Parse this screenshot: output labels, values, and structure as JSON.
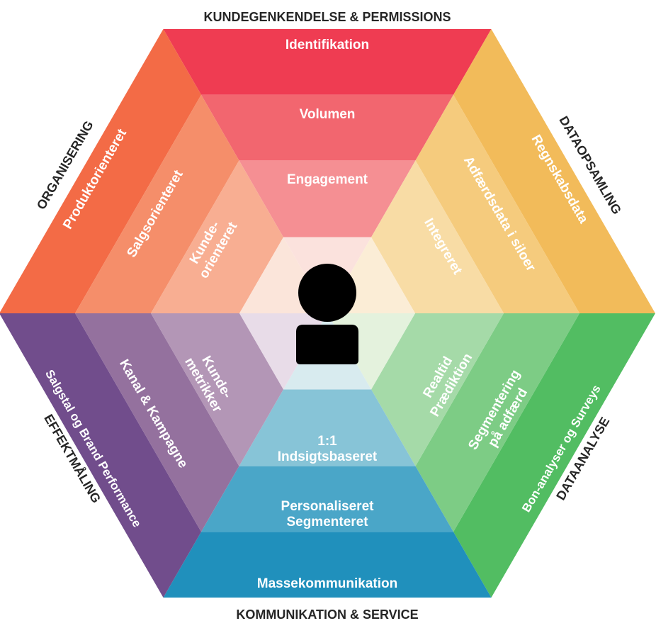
{
  "categories": {
    "top": "KUNDEGENKENDELSE & PERMISSIONS",
    "upper_left": "ORGANISERING",
    "upper_right": "DATAOPSAMLING",
    "lower_left": "EFFEKTMÅLING",
    "lower_right": "DATAANALYSE",
    "bottom": "KOMMUNIKATION & SERVICE"
  },
  "sectors": {
    "top": {
      "colors": [
        "#ef3c52",
        "#f2666f",
        "#f58f93"
      ],
      "labels": [
        [
          "Identifikation"
        ],
        [
          "Volumen"
        ],
        [
          "Engagement"
        ]
      ]
    },
    "upper_right": {
      "colors": [
        "#f2bb5a",
        "#f5cb7d",
        "#f8dca5"
      ],
      "labels": [
        [
          "Regnskabsdata"
        ],
        [
          "Adfærdsdata i siloer"
        ],
        [
          "Integreret"
        ]
      ]
    },
    "lower_right": {
      "colors": [
        "#52bd62",
        "#7dcc85",
        "#a5daa8"
      ],
      "labels": [
        [
          "Bon-analyser og Surveys"
        ],
        [
          "Segmentering",
          "på adfærd"
        ],
        [
          "Realtid",
          "Prædiktion"
        ]
      ]
    },
    "bottom": {
      "colors": [
        "#2090bc",
        "#4aa6c8",
        "#87c4d7"
      ],
      "labels": [
        [
          "Massekommunikation"
        ],
        [
          "Personaliseret",
          "Segmenteret"
        ],
        [
          "1:1",
          "Indsigtsbaseret"
        ]
      ]
    },
    "lower_left": {
      "colors": [
        "#714d8c",
        "#94719e",
        "#b396b6"
      ],
      "labels": [
        [
          "Salgstal og Brand Performance"
        ],
        [
          "Kanal & Kampagne"
        ],
        [
          "Kunde-",
          "metrikker"
        ]
      ]
    },
    "upper_left": {
      "colors": [
        "#f36b46",
        "#f58e6a",
        "#f8ae92"
      ],
      "labels": [
        [
          "Produktorienteret"
        ],
        [
          "Salgsorienteret"
        ],
        [
          "Kunde-",
          "orienteret"
        ]
      ]
    }
  },
  "center": {
    "icon": "person-icon",
    "colors": [
      "#fbe2dd",
      "#fbedd6",
      "#e4f2dd",
      "#d8ebef",
      "#e8dce8",
      "#fbe5da"
    ]
  }
}
